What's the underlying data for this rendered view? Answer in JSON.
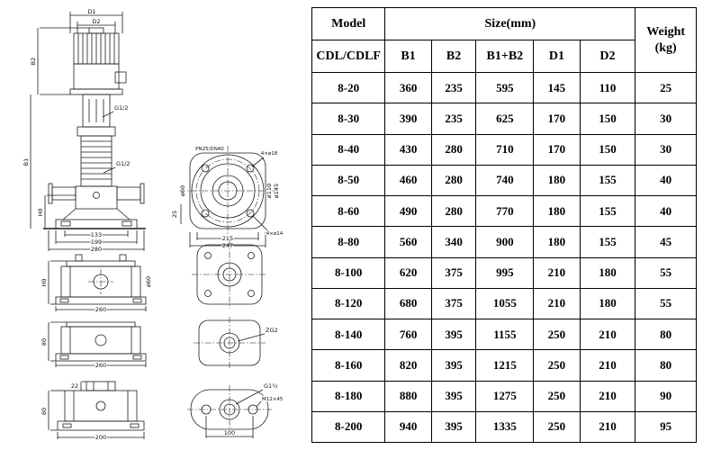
{
  "colors": {
    "background": "#ffffff",
    "line": "#1c1c1c",
    "border": "#000000"
  },
  "table": {
    "header": {
      "model": "Model",
      "size": "Size(mm)",
      "weight_line1": "Weight",
      "weight_line2": "(kg)",
      "model_sub": "CDL/CDLF",
      "cols": [
        "B1",
        "B2",
        "B1+B2",
        "D1",
        "D2"
      ]
    },
    "rows": [
      [
        "8-20",
        "360",
        "235",
        "595",
        "145",
        "110",
        "25"
      ],
      [
        "8-30",
        "390",
        "235",
        "625",
        "170",
        "150",
        "30"
      ],
      [
        "8-40",
        "430",
        "280",
        "710",
        "170",
        "150",
        "30"
      ],
      [
        "8-50",
        "460",
        "280",
        "740",
        "180",
        "155",
        "40"
      ],
      [
        "8-60",
        "490",
        "280",
        "770",
        "180",
        "155",
        "40"
      ],
      [
        "8-80",
        "560",
        "340",
        "900",
        "180",
        "155",
        "45"
      ],
      [
        "8-100",
        "620",
        "375",
        "995",
        "210",
        "180",
        "55"
      ],
      [
        "8-120",
        "680",
        "375",
        "1055",
        "210",
        "180",
        "55"
      ],
      [
        "8-140",
        "760",
        "395",
        "1155",
        "250",
        "210",
        "80"
      ],
      [
        "8-160",
        "820",
        "395",
        "1215",
        "250",
        "210",
        "80"
      ],
      [
        "8-180",
        "880",
        "395",
        "1275",
        "250",
        "210",
        "90"
      ],
      [
        "8-200",
        "940",
        "395",
        "1335",
        "250",
        "210",
        "95"
      ]
    ]
  },
  "drawing": {
    "front_view": {
      "dim_d1": "D1",
      "dim_d2": "D2",
      "dim_b2": "B2",
      "dim_b1": "B1",
      "dim_h0": "H0",
      "port_top": "G1/2",
      "port_mid": "G1/2",
      "dim_133": "133",
      "dim_199": "199",
      "dim_280": "280"
    },
    "flange_view": {
      "rating": "PN25/DN40",
      "holes_top": "4×ø18",
      "dia_60": "ø60",
      "dia_110": "ø110",
      "dia_145": "ø145",
      "dim_25": "25",
      "dim_215": "215",
      "dim_247": "247",
      "holes_bottom": "4×ø14"
    },
    "base_view_1": {
      "dim_h0": "H0",
      "dia_60": "ø60",
      "dim_260": "260"
    },
    "base_view_2": {
      "dim_80": "80",
      "dim_260": "260",
      "port": "ZG2"
    },
    "base_view_3": {
      "dim_22": "22",
      "dim_80": "80",
      "dim_200": "200",
      "port": "G1¼",
      "bolt": "M12×45",
      "dim_100": "100"
    }
  }
}
